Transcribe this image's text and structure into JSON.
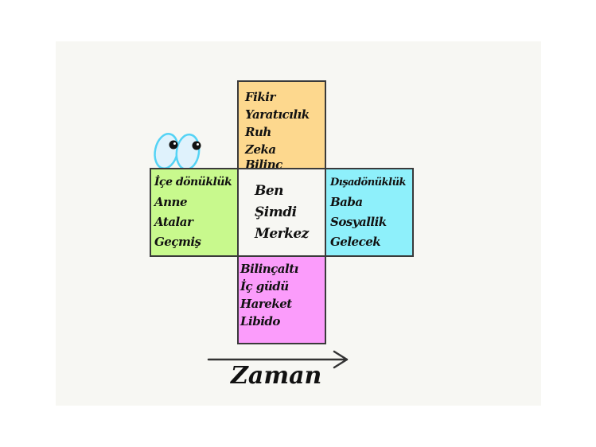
{
  "boxes": {
    "top": {
      "color": "#fdd88e",
      "lines": [
        "Fikir",
        "Yaratıcılık",
        "Ruh",
        "Zeka",
        "Bilinç"
      ]
    },
    "left": {
      "color": "#c8f98d",
      "lines": [
        "İçe dönüklük",
        "Anne",
        "Atalar",
        "Geçmiş"
      ]
    },
    "center": {
      "color": "#f7f7f3",
      "lines": [
        "Ben",
        "Şimdi",
        "Merkez"
      ]
    },
    "right": {
      "color": "#8ef0fb",
      "lines": [
        "Dışadönüklük",
        "Baba",
        "Sosyallik",
        "Gelecek"
      ]
    },
    "bottom": {
      "color": "#fb9cfb",
      "lines": [
        "Bilinçaltı",
        "İç güdü",
        "Hareket",
        "Libido"
      ]
    }
  },
  "axis": {
    "label": "Zaman",
    "icon": "arrow-right-icon"
  },
  "decoration": {
    "icon": "googly-eyes-icon"
  }
}
